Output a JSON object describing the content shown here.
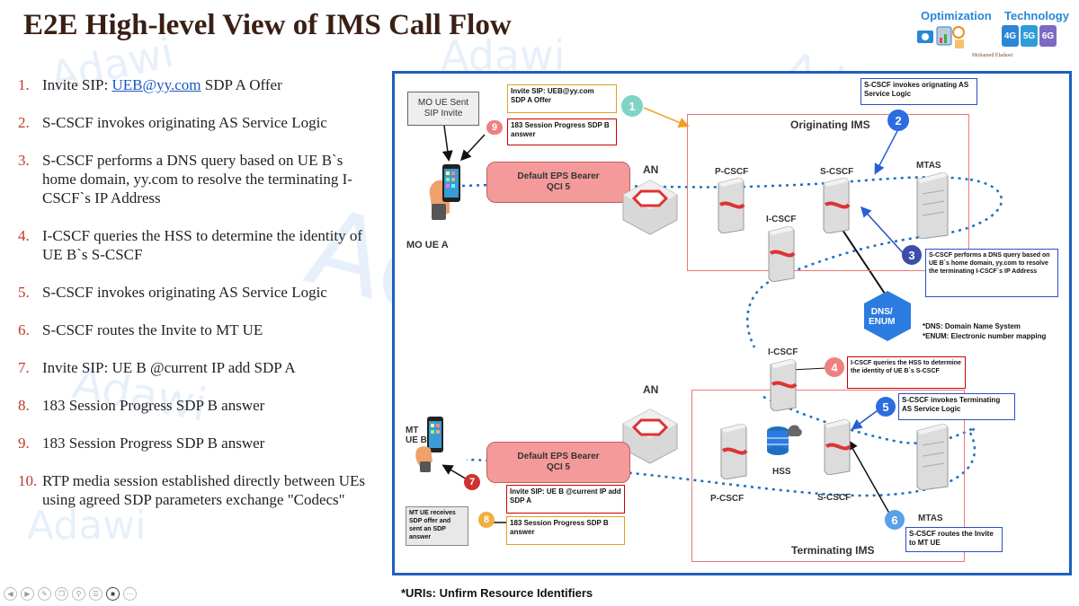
{
  "title": "E2E High-level View of IMS Call Flow",
  "branding": {
    "optimization": "Optimization",
    "technology": "Technology",
    "author": "Mohamed Eladawi",
    "g4": "4G",
    "g5": "5G",
    "g6": "6G"
  },
  "watermark": "Adawi",
  "steps": [
    {
      "num": "1.",
      "pre": "Invite SIP: ",
      "link": "UEB@yy.com",
      "post": " SDP A Offer"
    },
    {
      "num": "2.",
      "text": "S-CSCF invokes originating AS Service Logic"
    },
    {
      "num": "3.",
      "text": "S-CSCF performs a DNS query based on UE B`s home domain, yy.com to resolve the terminating I-CSCF`s IP Address"
    },
    {
      "num": "4.",
      "text": "I-CSCF queries the HSS to determine the identity of UE B`s S-CSCF"
    },
    {
      "num": "5.",
      "text": "S-CSCF invokes originating AS Service Logic"
    },
    {
      "num": "6.",
      "text": "S-CSCF routes the Invite to MT UE"
    },
    {
      "num": "7.",
      "text": "Invite SIP: UE B @current IP add SDP A"
    },
    {
      "num": "8.",
      "text": "183 Session Progress SDP B answer"
    },
    {
      "num": "9.",
      "text": "183 Session Progress SDP B answer"
    },
    {
      "num": "10.",
      "text": "RTP media session established directly between UEs using agreed SDP parameters exchange \"Codecs\""
    }
  ],
  "diagram": {
    "mo_sent": [
      "MO UE Sent",
      "SIP Invite"
    ],
    "mo_ue": "MO UE A",
    "mt_ue": [
      "MT",
      "UE B"
    ],
    "mt_receives": "MT UE receives SDP offer and sent an SDP answer",
    "an_top": "AN",
    "an_bottom": "AN",
    "bearer_top": [
      "Default EPS Bearer",
      "QCI 5"
    ],
    "bearer_bottom": [
      "Default EPS Bearer",
      "QCI 5"
    ],
    "originating_ims": "Originating IMS",
    "terminating_ims": "Terminating IMS",
    "nodes": {
      "pcscf_top": "P-CSCF",
      "scscf_top": "S-CSCF",
      "mtas_top": "MTAS",
      "icscf_top": "I-CSCF",
      "icscf_mid": "I-CSCF",
      "hss": "HSS",
      "pcscf_bottom": "P-CSCF",
      "scscf_bottom": "S-CSCF",
      "mtas_bottom": "MTAS"
    },
    "dns": [
      "DNS/",
      "ENUM"
    ],
    "dns_notes": [
      "*DNS: Domain Name System",
      "*ENUM: Electronic number mapping"
    ],
    "callouts": {
      "c1": [
        "Invite SIP: UEB@yy.com",
        "SDP A Offer"
      ],
      "c9": "183 Session Progress SDP B answer",
      "c2": "S-CSCF invokes orignating AS Service Logic",
      "c3": "S-CSCF performs a DNS query based on UE B`s home domain, yy.com to resolve the terminating I-CSCF`s IP Address",
      "c4": "I-CSCF queries the HSS to determine the identity of UE B`s S-CSCF",
      "c5": "S-CSCF invokes Terminating AS Service Logic",
      "c6": "S-CSCF routes the Invite to MT UE",
      "c7": "Invite SIP: UE B @current IP add SDP A",
      "c8": "183 Session Progress SDP B answer"
    },
    "badges": {
      "b1": "1",
      "b2": "2",
      "b3": "3",
      "b4": "4",
      "b5": "5",
      "b6": "6",
      "b7": "7",
      "b8": "8",
      "b9": "9"
    }
  },
  "footnote": "*URIs: Unfirm Resource Identifiers",
  "toolbar_icons": [
    "back-icon",
    "play-icon",
    "pen-icon",
    "copy-icon",
    "zoom-icon",
    "menu-icon",
    "camera-icon",
    "more-icon"
  ],
  "colors": {
    "title": "#3a1f14",
    "step_number": "#c0392b",
    "diagram_border": "#1f5fbf",
    "bearer": "#f49a9a",
    "dns": "#2b7be0",
    "ims_box": "#e77777"
  }
}
